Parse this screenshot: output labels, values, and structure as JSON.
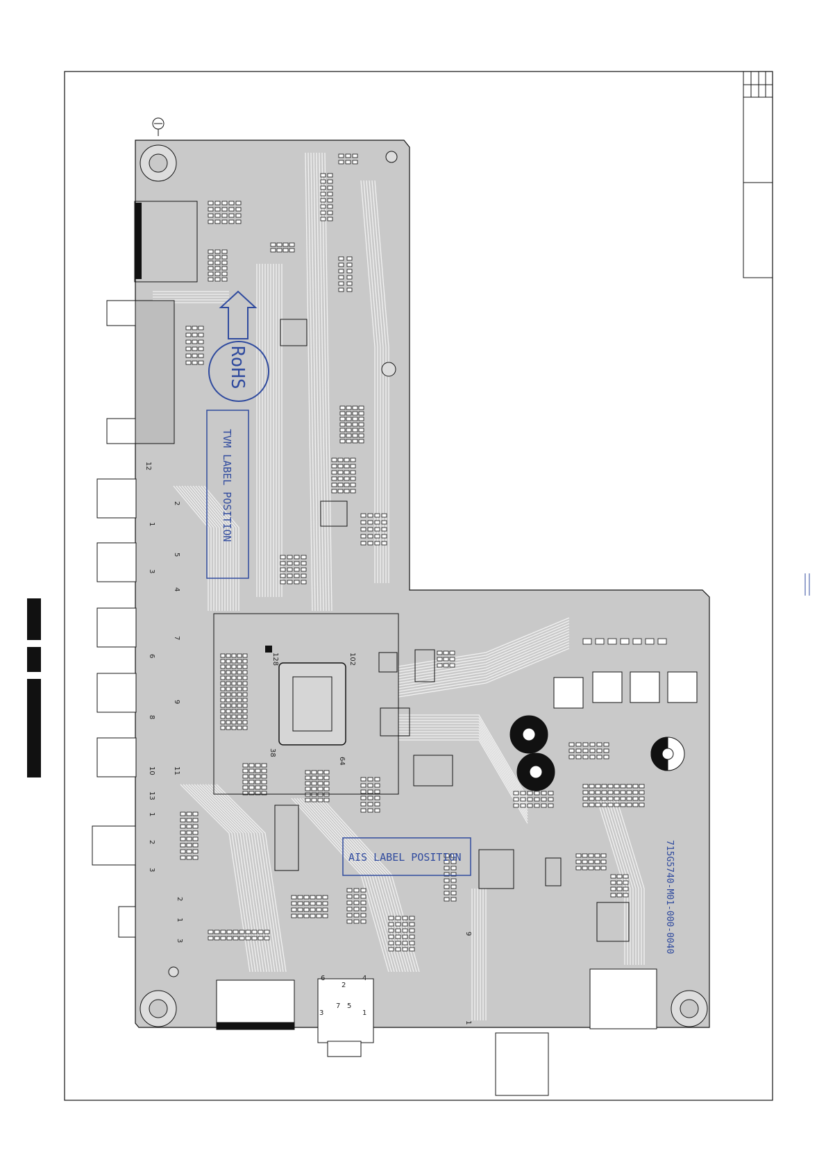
{
  "labels": {
    "rohs": "RoHS",
    "tvm_label": "TVM LABEL POSITION",
    "ais_label": "AIS LABEL POSITION",
    "board_code": "715G5740-M01-000-0040",
    "ic_pin_a": "128",
    "ic_pin_b": "102",
    "ic_pin_c": "38",
    "ic_pin_d": "64",
    "conn_pins_left": [
      "12",
      "2",
      "1",
      "5",
      "3",
      "4",
      "7",
      "6",
      "9",
      "8",
      "10",
      "11",
      "13"
    ],
    "jack_pins_a": [
      "1",
      "2",
      "3"
    ],
    "jack_pins_b": [
      "2",
      "1",
      "3"
    ],
    "audio_pins": [
      "6",
      "2",
      "4",
      "3",
      "7",
      "5",
      "1"
    ],
    "mark_9": "9",
    "mark_1": "1"
  },
  "colors": {
    "board_fill": "#c9c9c9",
    "trace": "#f2f2f2",
    "outline": "#111111",
    "label_blue": "#2f4a9e",
    "pad_dark": "#111111"
  }
}
